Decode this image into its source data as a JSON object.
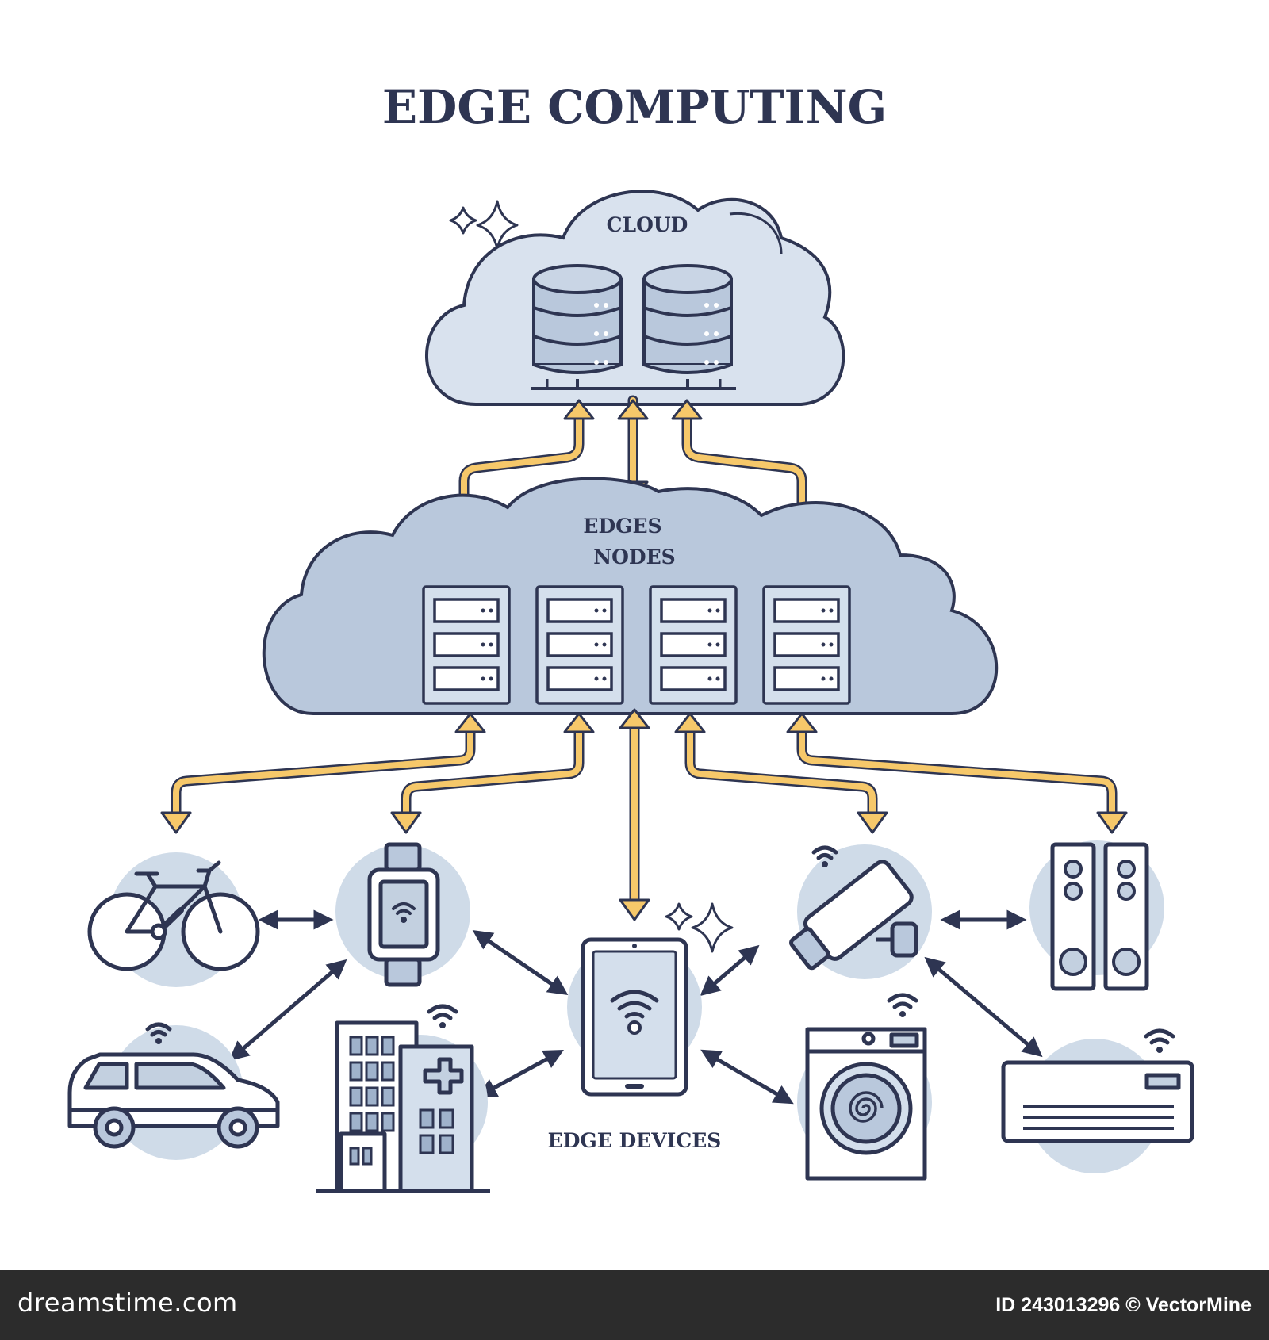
{
  "title": "EDGE COMPUTING",
  "labels": {
    "cloud": "CLOUD",
    "edge_nodes_line1": "EDGES",
    "edge_nodes_line2": "NODES",
    "edge_devices": "EDGE DEVICES"
  },
  "devices": [
    "bicycle-icon",
    "smartwatch-icon",
    "car-icon",
    "hospital-building-icon",
    "tablet-icon",
    "security-camera-icon",
    "speakers-icon",
    "washing-machine-icon",
    "air-conditioner-icon"
  ],
  "colors": {
    "outline": "#2e3552",
    "cloud_fill": "#d9e2ee",
    "node_fill": "#b9c8dc",
    "icon_fill": "#c3d0e0",
    "circle_fill": "#cfdbe8",
    "arrow_fill": "#f6c86a",
    "footer_bg": "#2c2c2c"
  },
  "footer": {
    "brand": "dreamstime.com",
    "credit": "ID 243013296 © VectorMine"
  }
}
